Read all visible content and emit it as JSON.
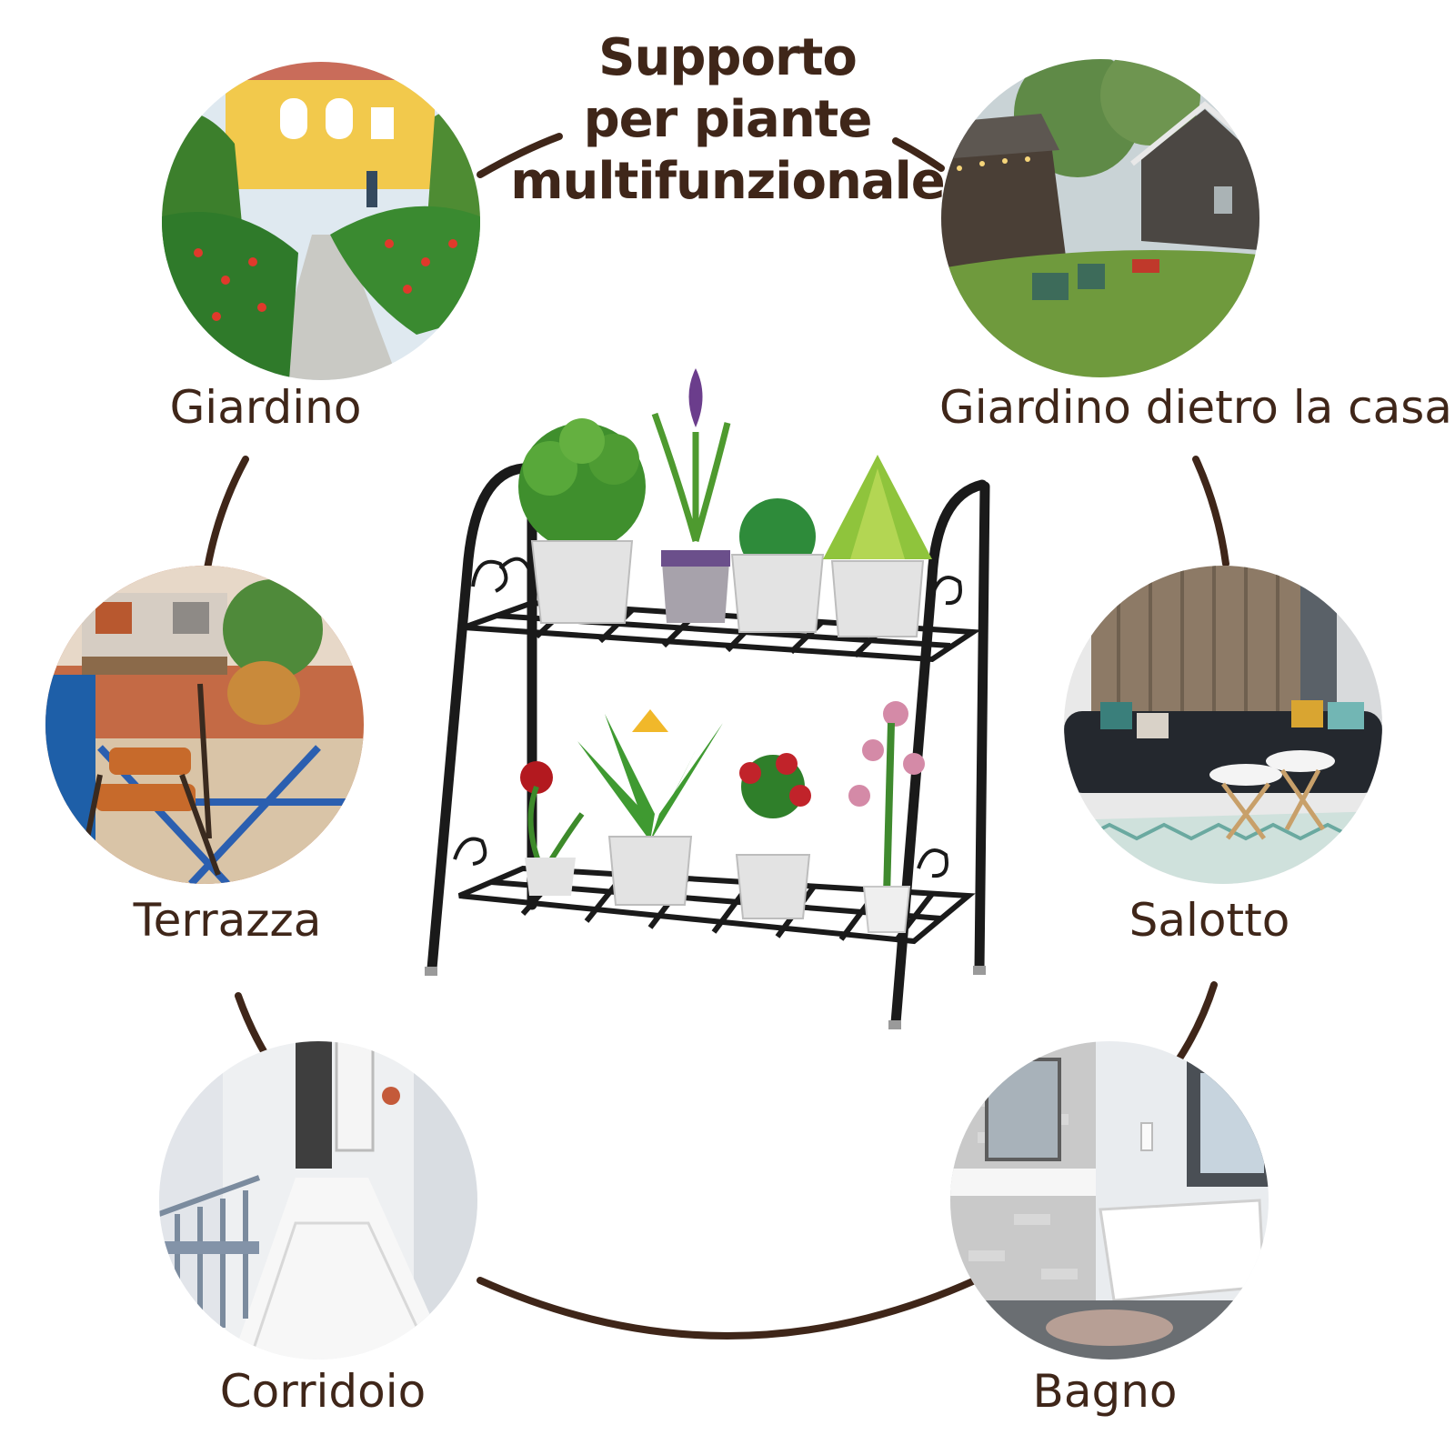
{
  "title": {
    "line1": "Supporto",
    "line2": "per piante",
    "line3": "multifunzionale"
  },
  "rooms": [
    {
      "name": "Giardino",
      "image": "garden-path-photo"
    },
    {
      "name": "Giardino dietro la casa",
      "image": "backyard-photo"
    },
    {
      "name": "Terrazza",
      "image": "terrace-photo"
    },
    {
      "name": "Salotto",
      "image": "living-room-photo"
    },
    {
      "name": "Corridoio",
      "image": "corridor-photo"
    },
    {
      "name": "Bagno",
      "image": "bathroom-photo"
    }
  ],
  "product": {
    "image": "two-tier-plant-stand-with-potted-plants"
  },
  "colors": {
    "text": "#3f2619",
    "connector": "#3f2619",
    "stand": "#1a1a1a"
  }
}
